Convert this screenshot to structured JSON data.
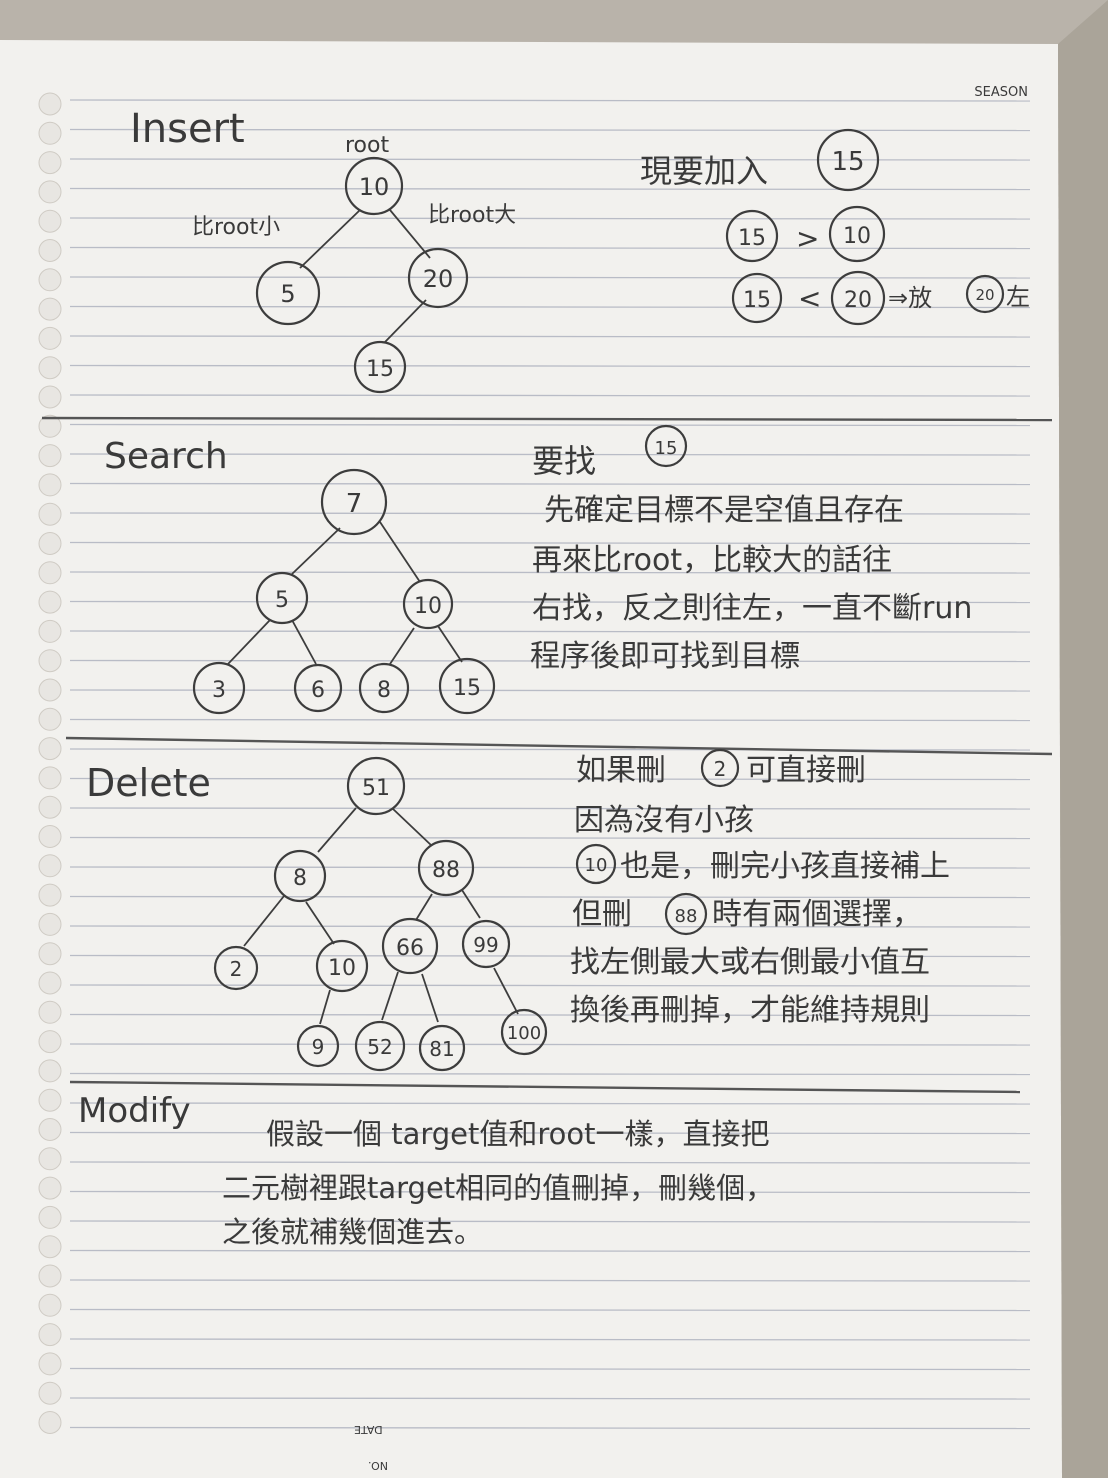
{
  "brand": "SEASON",
  "footer": {
    "date_label": "DATE",
    "no_label": "NO."
  },
  "insert": {
    "title": "Insert",
    "root_label": "root",
    "left_label": "比root小",
    "right_label": "比root大",
    "note_line1": "現要加入",
    "note_line1_value": "15",
    "step1": {
      "a": "15",
      "op": ">",
      "b": "10"
    },
    "step2": {
      "a": "15",
      "op": "<",
      "b": "20",
      "tail": "⇒放",
      "tail_value": "20",
      "tail_end": "左"
    },
    "nodes": [
      {
        "id": "n10",
        "label": "10"
      },
      {
        "id": "n5",
        "label": "5"
      },
      {
        "id": "n20",
        "label": "20"
      },
      {
        "id": "n15",
        "label": "15"
      }
    ]
  },
  "search": {
    "title": "Search",
    "note_head": "要找",
    "note_head_value": "15",
    "note_lines": [
      "先確定目標不是空值且存在",
      "再來比root，比較大的話往",
      "右找，反之則往左，一直不斷run",
      "程序後即可找到目標"
    ],
    "nodes": [
      {
        "id": "s7",
        "label": "7"
      },
      {
        "id": "s5",
        "label": "5"
      },
      {
        "id": "s10",
        "label": "10"
      },
      {
        "id": "s3",
        "label": "3"
      },
      {
        "id": "s6",
        "label": "6"
      },
      {
        "id": "s8",
        "label": "8"
      },
      {
        "id": "s15",
        "label": "15"
      }
    ]
  },
  "delete": {
    "title": "Delete",
    "line1_pre": "如果刪",
    "line1_value": "2",
    "line1_post": "可直接刪",
    "line2": "因為沒有小孩",
    "line3_value": "10",
    "line3_post": "也是，刪完小孩直接補上",
    "line4_pre": "但刪",
    "line4_value": "88",
    "line4_post": "時有兩個選擇，",
    "line5": "找左側最大或右側最小值互",
    "line6": "換後再刪掉，才能維持規則",
    "nodes": [
      {
        "id": "d51",
        "label": "51"
      },
      {
        "id": "d8",
        "label": "8"
      },
      {
        "id": "d88",
        "label": "88"
      },
      {
        "id": "d2",
        "label": "2"
      },
      {
        "id": "d10",
        "label": "10"
      },
      {
        "id": "d66",
        "label": "66"
      },
      {
        "id": "d99",
        "label": "99"
      },
      {
        "id": "d9",
        "label": "9"
      },
      {
        "id": "d52",
        "label": "52"
      },
      {
        "id": "d81",
        "label": "81"
      },
      {
        "id": "d100",
        "label": "100"
      }
    ]
  },
  "modify": {
    "title": "Modify",
    "lines": [
      "假設一個 target值和root一樣，直接把",
      "二元樹裡跟target相同的值刪掉，刪幾個，",
      "之後就補幾個進去。"
    ]
  }
}
